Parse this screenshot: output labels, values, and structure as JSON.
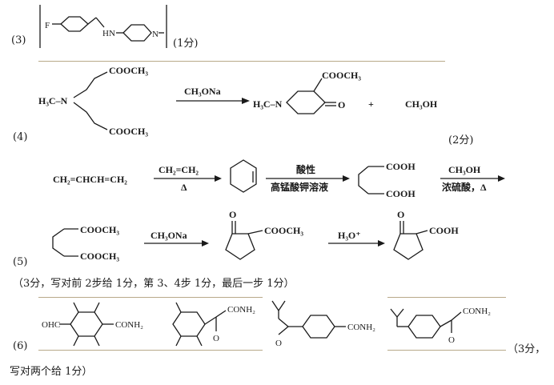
{
  "items": {
    "q3": {
      "label": "(3)",
      "score": "(1分)",
      "atoms": {
        "f": "F",
        "hn": "HN",
        "n": "N"
      }
    },
    "q4": {
      "label": "(4)",
      "score": "(2分)",
      "reactant": {
        "ester_top": "COOCH₃",
        "ester_bottom": "COOCH₃",
        "amine": "H₃C–N"
      },
      "reagent": "CH₃ONa",
      "product": {
        "ester": "COOCH₃",
        "carbonyl": "O",
        "amine": "H₃C–N"
      },
      "plus": "+",
      "byproduct": "CH₃OH"
    },
    "q5": {
      "label": "(5)",
      "start": "CH₂=CHCH=CH₂",
      "step1_top": "CH₂=CH₂",
      "step1_bottom": "Δ",
      "step2_top": "酸性",
      "step2_bottom": "高锰酸钾溶液",
      "diacid": {
        "top": "COOH",
        "bottom": "COOH"
      },
      "step3_top": "CH₃OH",
      "step3_bottom": "浓硫酸，Δ",
      "diester": {
        "top": "COOCH₃",
        "bottom": "COOCH₃"
      },
      "step4": "CH₃ONa",
      "ketoester": {
        "o": "O",
        "ester": "COOCH₃"
      },
      "step5": "H₃O⁺",
      "ketoacid": {
        "o": "O",
        "acid": "COOH"
      },
      "score_note": "（3分，写对前 2步给 1分，第 3、4步 1分，最后一步 1分）"
    },
    "q6": {
      "label": "(6)",
      "structures": {
        "s1": {
          "left": "OHC",
          "right": "CONH₂"
        },
        "s2": {
          "right": "CONH₂",
          "o": "O"
        },
        "s3": {
          "right": "CONH₂",
          "o": "O"
        },
        "s4": {
          "right": "CONH₂",
          "o": "O"
        }
      },
      "score_a": "（3分，",
      "score_b": "写对两个给 1分）"
    }
  }
}
